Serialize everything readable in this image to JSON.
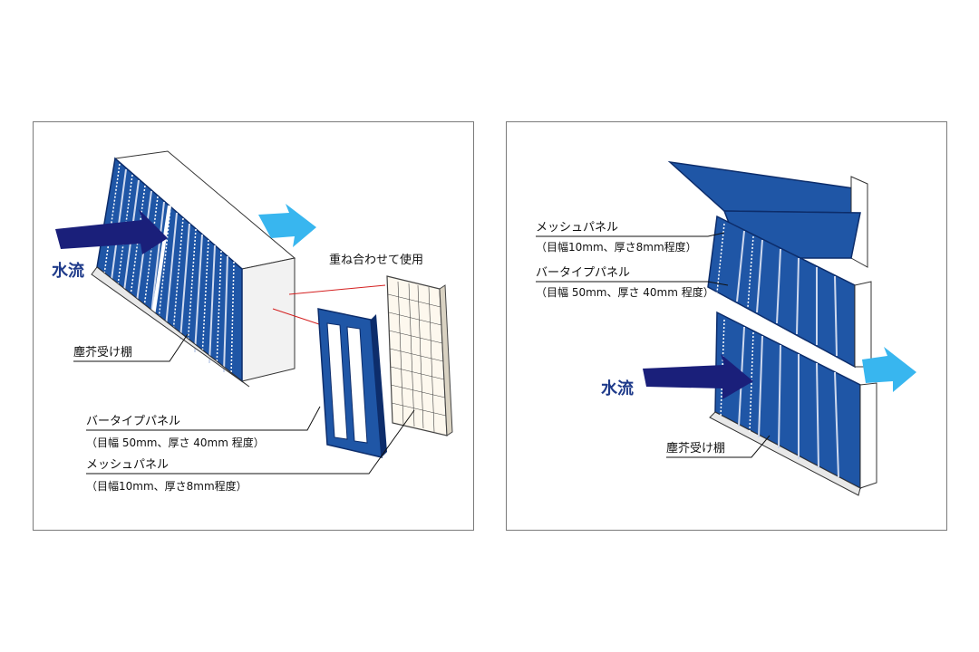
{
  "left": {
    "water_flow": "水流",
    "overlap_note": "重ね合わせて使用",
    "screen_label": "塵芥受け棚",
    "bar_panel": {
      "name": "バータイプパネル",
      "spec": "（目幅 50mm、厚さ 40mm 程度）"
    },
    "mesh_panel": {
      "name": "メッシュパネル",
      "spec": "（目幅10mm、厚さ8mm程度）"
    }
  },
  "right": {
    "water_flow": "水流",
    "screen_label": "塵芥受け棚",
    "mesh_panel": {
      "name": "メッシュパネル",
      "spec": "（目幅10mm、厚さ8mm程度）"
    },
    "bar_panel": {
      "name": "バータイプパネル",
      "spec": "（目幅 50mm、厚さ 40mm 程度）"
    }
  },
  "colors": {
    "panel_blue": "#1f56a6",
    "panel_dark": "#0d2d6b",
    "arrow_navy": "#1a1f7a",
    "arrow_cyan": "#38b6ef",
    "leader_red": "#d42020"
  }
}
